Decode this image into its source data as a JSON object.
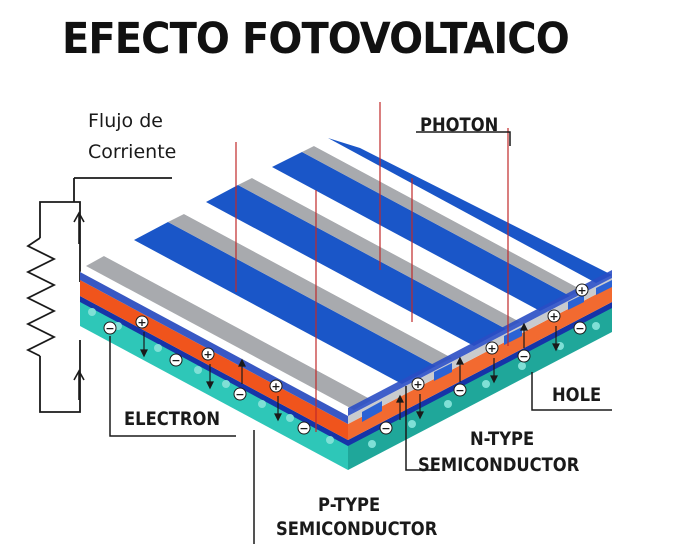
{
  "title": "EFECTO FOTOVOLTAICO",
  "labels": {
    "current_line1": "Flujo de",
    "current_line2": "Corriente",
    "photon": "PHOTON",
    "hole": "HOLE",
    "electron": "ELECTRON",
    "n_type_line1": "N-TYPE",
    "n_type_line2": "SEMICONDUCTOR",
    "p_type_line1": "P-TYPE",
    "p_type_line2": "SEMICONDUCTOR"
  },
  "charges": {
    "electron_symbol": "−",
    "hole_symbol": "+"
  },
  "colors": {
    "blue_strip": "#1a56c8",
    "blue_strip_light": "#3a7ee6",
    "white_strip": "#ffffff",
    "grey_strip": "#a8aaae",
    "orange_layer": "#f0541c",
    "dark_blue_layer": "#1634a8",
    "teal_layer": "#2ec7b8",
    "photon_ray": "#c02a2a"
  }
}
